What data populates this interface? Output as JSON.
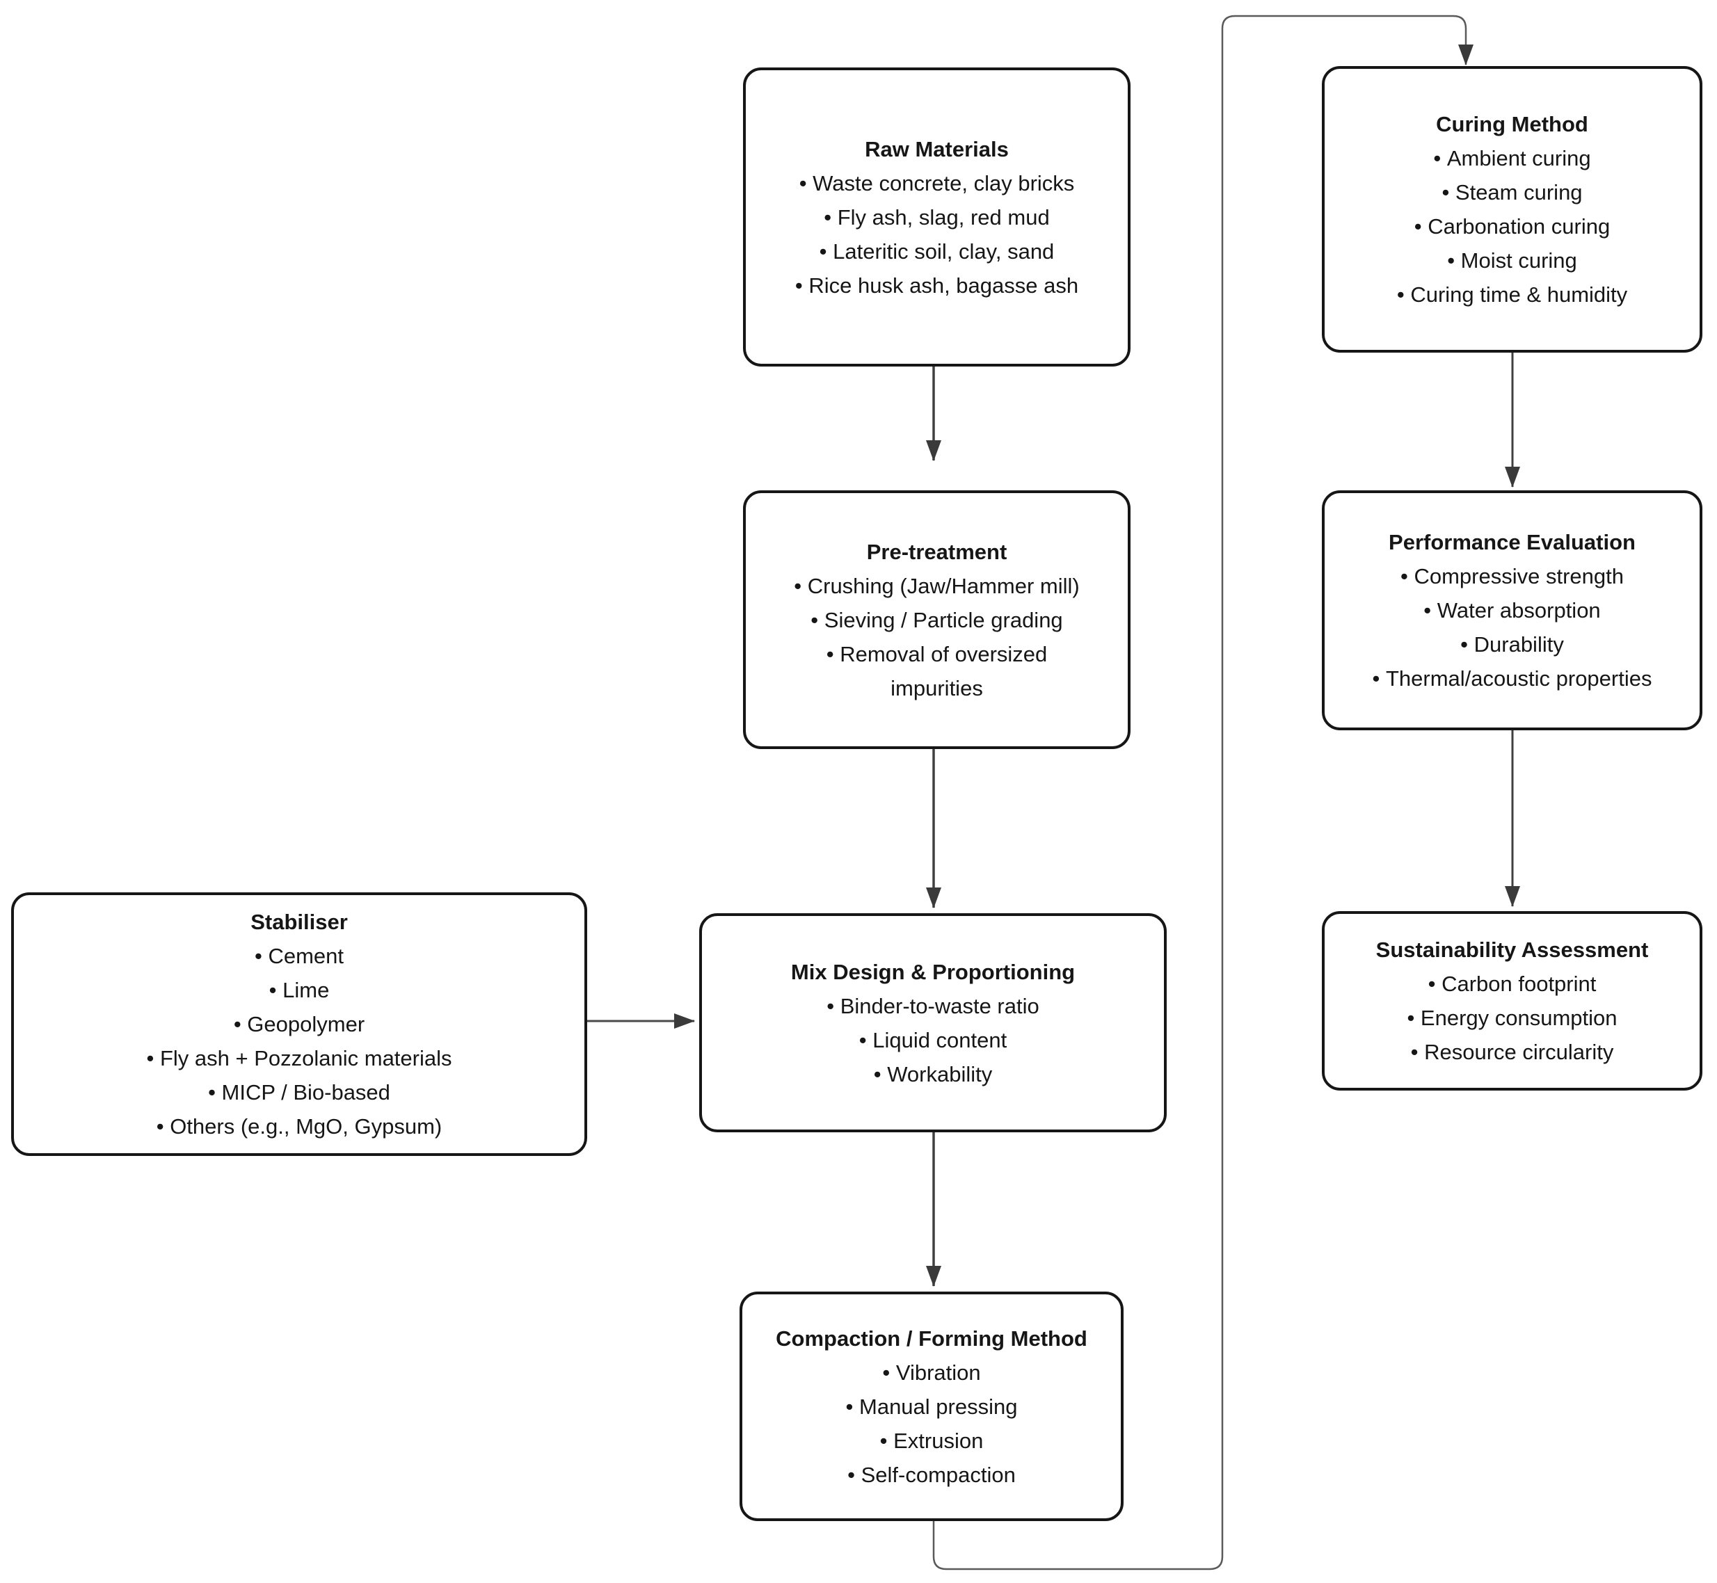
{
  "diagram": {
    "background": "#ffffff",
    "colors": {
      "box_border": "#161616",
      "box_fill": "#ffffff",
      "text": "#161616",
      "connector": "#4a4a4a",
      "loop_connector": "#5a5a5a",
      "arrowhead": "#3a3a3a"
    },
    "nodes": [
      {
        "id": "raw-materials",
        "title": "Raw Materials",
        "bullets": [
          "Waste concrete, clay bricks",
          "Fly ash, slag, red mud",
          "Lateritic soil, clay, sand",
          "Rice husk ash, bagasse ash"
        ]
      },
      {
        "id": "pre-treatment",
        "title": "Pre-treatment",
        "bullets": [
          "Crushing (Jaw/Hammer mill)",
          "Sieving / Particle grading",
          "Removal of oversized impurities"
        ]
      },
      {
        "id": "stabiliser",
        "title": "Stabiliser",
        "bullets": [
          "Cement",
          "Lime",
          "Geopolymer",
          "Fly ash + Pozzolanic materials",
          "MICP / Bio-based",
          "Others (e.g., MgO, Gypsum)"
        ]
      },
      {
        "id": "mix-design",
        "title": "Mix Design & Proportioning",
        "bullets": [
          "Binder-to-waste ratio",
          "Liquid content",
          "Workability"
        ]
      },
      {
        "id": "compaction-forming",
        "title": "Compaction / Forming Method",
        "bullets": [
          "Vibration",
          "Manual pressing",
          "Extrusion",
          "Self-compaction"
        ]
      },
      {
        "id": "curing-method",
        "title": "Curing Method",
        "bullets": [
          "Ambient curing",
          "Steam curing",
          "Carbonation curing",
          "Moist curing",
          "Curing time & humidity"
        ]
      },
      {
        "id": "performance-evaluation",
        "title": "Performance Evaluation",
        "bullets": [
          "Compressive strength",
          "Water absorption",
          "Durability",
          "Thermal/acoustic properties"
        ]
      },
      {
        "id": "sustainability-assessment",
        "title": "Sustainability Assessment",
        "bullets": [
          "Carbon footprint",
          "Energy consumption",
          "Resource circularity"
        ]
      }
    ],
    "edges": [
      {
        "from": "raw-materials",
        "to": "pre-treatment"
      },
      {
        "from": "pre-treatment",
        "to": "mix-design"
      },
      {
        "from": "stabiliser",
        "to": "mix-design"
      },
      {
        "from": "mix-design",
        "to": "compaction-forming"
      },
      {
        "from": "compaction-forming",
        "to": "curing-method"
      },
      {
        "from": "curing-method",
        "to": "performance-evaluation"
      },
      {
        "from": "performance-evaluation",
        "to": "sustainability-assessment"
      }
    ]
  }
}
